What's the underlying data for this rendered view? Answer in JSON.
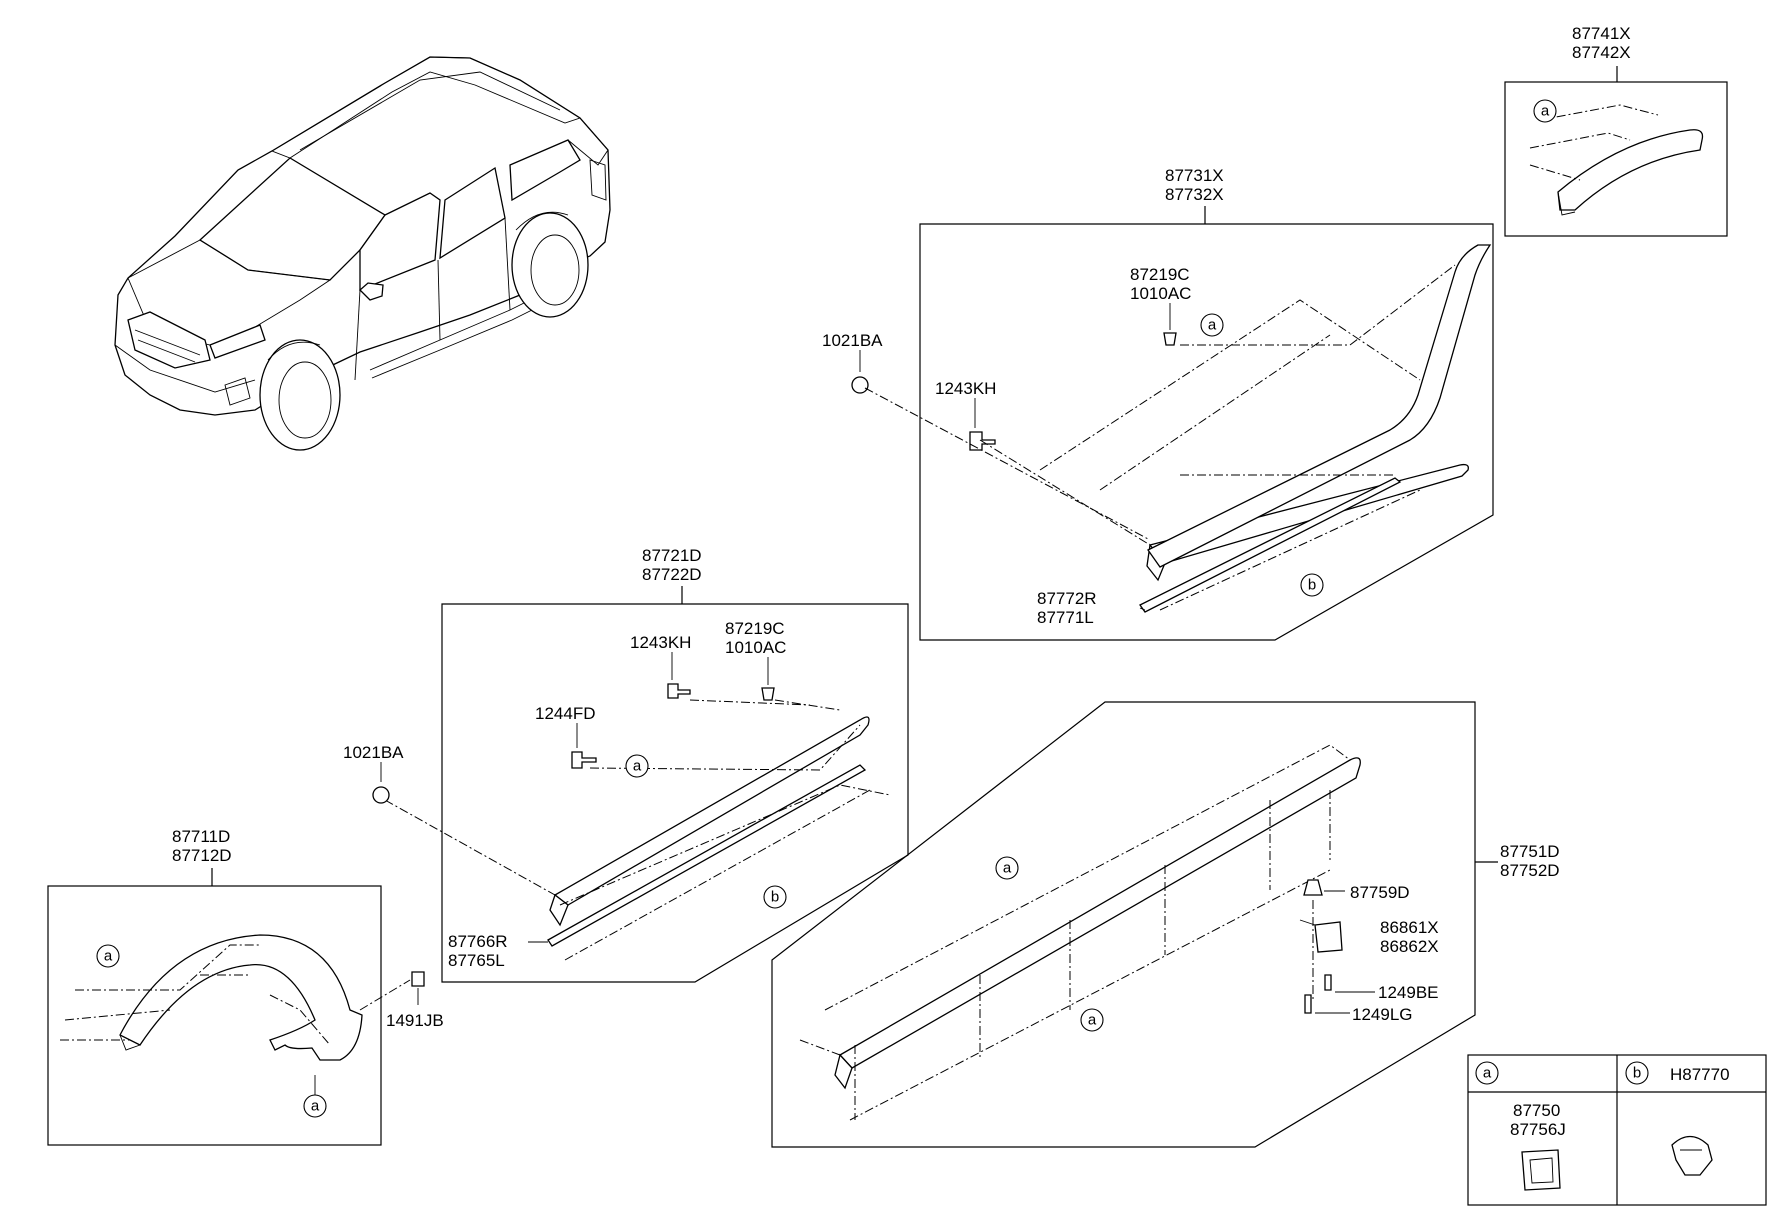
{
  "labels": {
    "p87741X": "87741X",
    "p87742X": "87742X",
    "p87731X": "87731X",
    "p87732X": "87732X",
    "p87219C_top": "87219C",
    "p1010AC_top": "1010AC",
    "p1021BA_top": "1021BA",
    "p1243KH_top": "1243KH",
    "p87772R": "87772R",
    "p87771L": "87771L",
    "p87721D": "87721D",
    "p87722D": "87722D",
    "p1243KH_mid": "1243KH",
    "p87219C_mid": "87219C",
    "p1010AC_mid": "1010AC",
    "p1244FD": "1244FD",
    "p1021BA_mid": "1021BA",
    "p87766R": "87766R",
    "p87765L": "87765L",
    "p87711D": "87711D",
    "p87712D": "87712D",
    "p1491JB": "1491JB",
    "p87751D": "87751D",
    "p87752D": "87752D",
    "p87759D": "87759D",
    "p86861X": "86861X",
    "p86862X": "86862X",
    "p1249BE": "1249BE",
    "p1249LG": "1249LG"
  },
  "callouts": {
    "a": "a",
    "b": "b"
  },
  "legend": {
    "a_key": "a",
    "b_key": "b",
    "b_part": "H87770",
    "a_part1": "87750",
    "a_part2": "87756J"
  }
}
